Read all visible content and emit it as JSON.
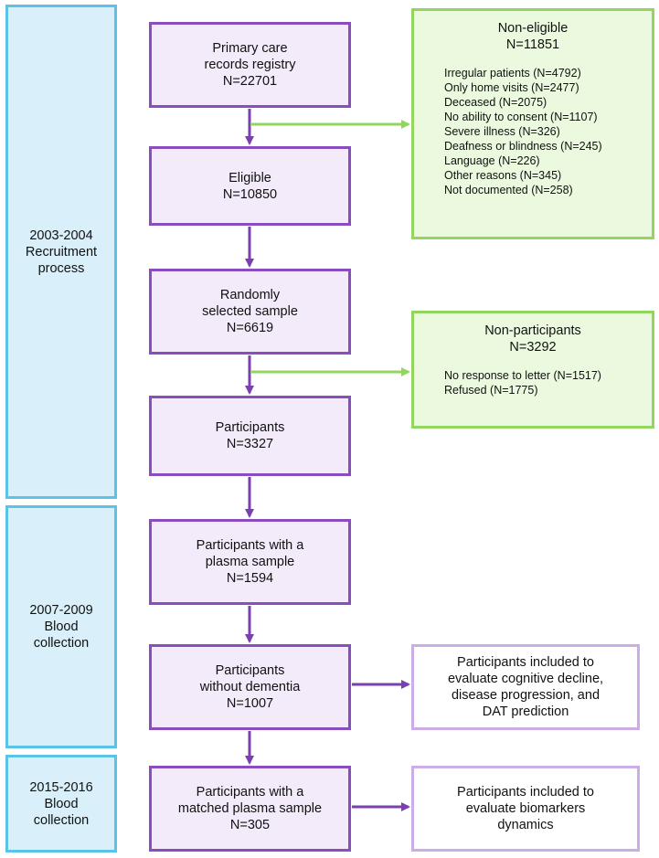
{
  "phases": [
    {
      "label": "2003-2004\nRecruitment\nprocess"
    },
    {
      "label": "2007-2009\nBlood\ncollection"
    },
    {
      "label": "2015-2016\nBlood\ncollection"
    }
  ],
  "steps": [
    {
      "label": "Primary care\nrecords registry\nN=22701"
    },
    {
      "label": "Eligible\nN=10850"
    },
    {
      "label": "Randomly\nselected sample\nN=6619"
    },
    {
      "label": "Participants\nN=3327"
    },
    {
      "label": "Participants with a\nplasma sample\nN=1594"
    },
    {
      "label": "Participants\nwithout dementia\nN=1007"
    },
    {
      "label": "Participants with a\nmatched plasma sample\nN=305"
    }
  ],
  "non_eligible": {
    "title": "Non-eligible\nN=11851",
    "items": [
      "Irregular patients (N=4792)",
      "Only home visits (N=2477)",
      "Deceased (N=2075)",
      "No ability to consent (N=1107)",
      "Severe illness (N=326)",
      "Deafness or blindness (N=245)",
      "Language (N=226)",
      "Other reasons (N=345)",
      "Not documented (N=258)"
    ]
  },
  "non_participants": {
    "title": "Non-participants\nN=3292",
    "items": [
      "No response to letter (N=1517)",
      "Refused (N=1775)"
    ]
  },
  "outcomes": [
    {
      "label": "Participants included to\nevaluate cognitive decline,\ndisease progression, and\nDAT prediction"
    },
    {
      "label": "Participants included to\nevaluate biomarkers\ndynamics"
    }
  ],
  "colors": {
    "phase_fill": "#d9f0fa",
    "phase_border": "#5cc3e8",
    "step_fill": "#f3eafa",
    "step_border": "#8a4dbf",
    "exclusion_fill": "#ebfadf",
    "exclusion_border": "#92d65f",
    "outcome_border": "#cbaee8",
    "main_arrow": "#7a3fb0",
    "side_arrow": "#92d65f"
  }
}
